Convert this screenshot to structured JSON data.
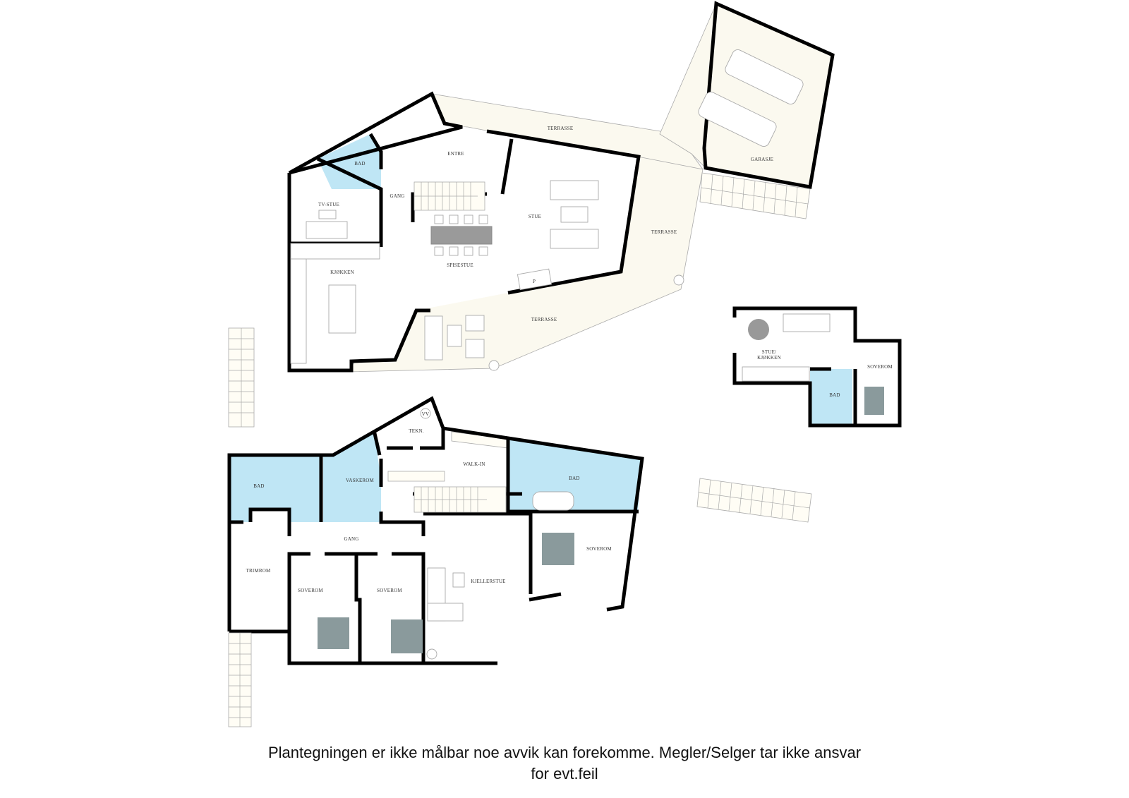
{
  "diagram_type": "floor-plan",
  "caption": {
    "line1": "Plantegningen er ikke målbar noe avvik kan forekomme. Megler/Selger tar ikke ansvar",
    "line2": "for evt.feil"
  },
  "colors": {
    "wall": "#000000",
    "wet_room": "#bfe6f5",
    "terrace": "#fbf9ef",
    "bed": "#8a9a9c",
    "dining_table": "#9a9a9a"
  },
  "main_floor": {
    "rooms": {
      "bad": "BAD",
      "entre": "ENTRE",
      "gang": "GANG",
      "tv_stue": "TV-STUE",
      "stue": "STUE",
      "spisestue": "SPISESTUE",
      "kjokken": "KJØKKEN",
      "terrasse_top": "TERRASSE",
      "terrasse_right": "TERRASSE",
      "terrasse_bottom": "TERRASSE",
      "garasje": "GARASJE"
    },
    "piano_label": "P"
  },
  "annex": {
    "rooms": {
      "stue_kjokken_1": "STUE/",
      "stue_kjokken_2": "KJØKKEN",
      "bad": "BAD",
      "soverom": "SOVEROM"
    }
  },
  "basement": {
    "rooms": {
      "bad_left": "BAD",
      "vaskerom": "VASKEROM",
      "tekn": "TEKN.",
      "vv": "VV",
      "walk_in": "WALK-IN",
      "bad_right": "BAD",
      "gang": "GANG",
      "trimrom": "TRIMROM",
      "soverom_1": "SOVEROM",
      "soverom_2": "SOVEROM",
      "kjellerstue": "KJELLERSTUE",
      "soverom_3": "SOVEROM"
    }
  }
}
